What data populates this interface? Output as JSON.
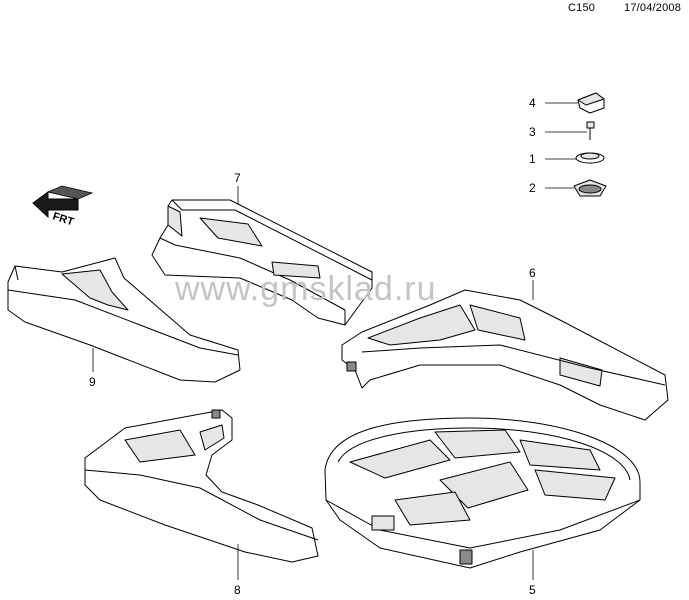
{
  "header": {
    "code": "C150",
    "date": "17/04/2008"
  },
  "watermark": "www.gmsklad.ru",
  "orientation_marker": "FRT",
  "callouts": [
    {
      "id": "4",
      "label": "4"
    },
    {
      "id": "3",
      "label": "3"
    },
    {
      "id": "1",
      "label": "1"
    },
    {
      "id": "2",
      "label": "2"
    },
    {
      "id": "7",
      "label": "7"
    },
    {
      "id": "6",
      "label": "6"
    },
    {
      "id": "9",
      "label": "9"
    },
    {
      "id": "8",
      "label": "8"
    },
    {
      "id": "5",
      "label": "5"
    }
  ]
}
